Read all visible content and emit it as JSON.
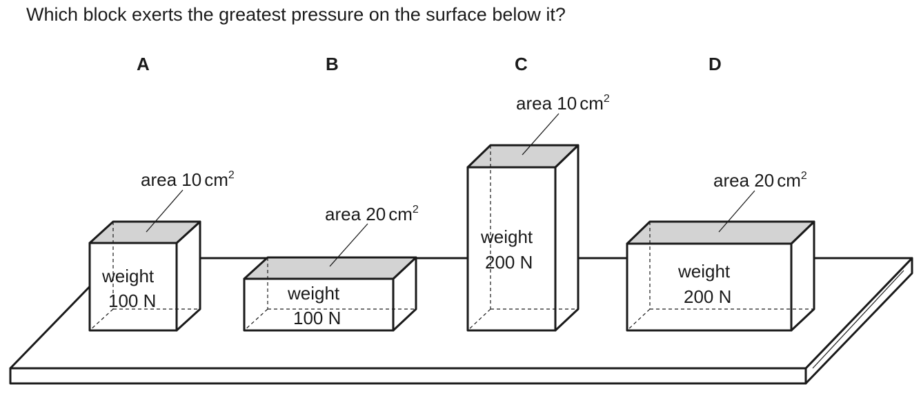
{
  "question": "Which block exerts the greatest pressure on the surface below it?",
  "blocks": [
    {
      "letter": "A",
      "area_prefix": "area 10",
      "area_unit": "cm",
      "area_exp": "2",
      "weight_word": "weight",
      "weight_value": "100 N"
    },
    {
      "letter": "B",
      "area_prefix": "area 20",
      "area_unit": "cm",
      "area_exp": "2",
      "weight_word": "weight",
      "weight_value": "100 N"
    },
    {
      "letter": "C",
      "area_prefix": "area 10",
      "area_unit": "cm",
      "area_exp": "2",
      "weight_word": "weight",
      "weight_value": "200 N"
    },
    {
      "letter": "D",
      "area_prefix": "area 20",
      "area_unit": "cm",
      "area_exp": "2",
      "weight_word": "weight",
      "weight_value": "200 N"
    }
  ]
}
